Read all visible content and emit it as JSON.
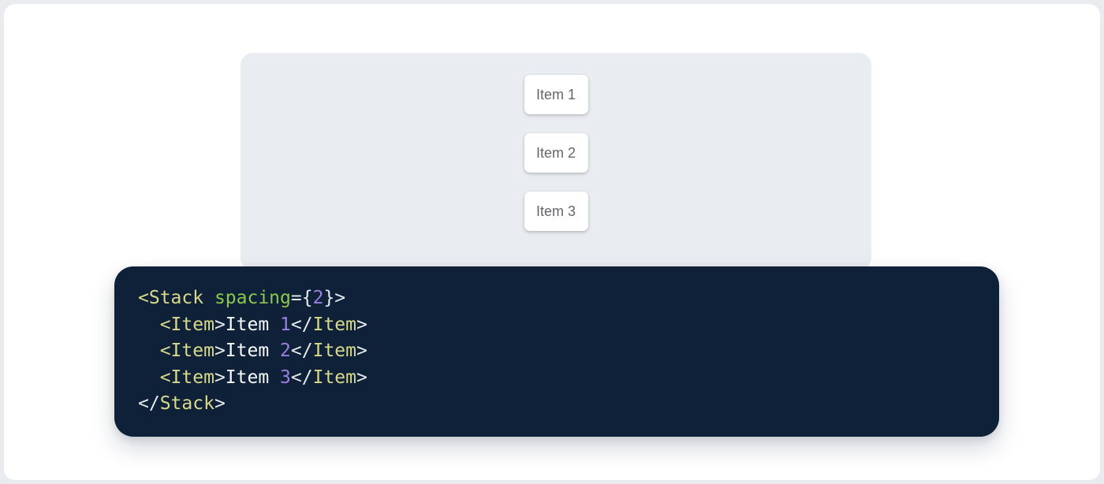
{
  "theme": {
    "page_bg": "#e9ebee",
    "frame_bg": "#ffffff",
    "panel_bg": "#e9ecf1",
    "card_bg": "#ffffff",
    "card_text": "#63666a",
    "code_bg": "#0e2138",
    "tag": "#d9d98a",
    "attr": "#8cc84b",
    "num": "#9b80e0",
    "pun": "#e6ebf0",
    "text": "#f7f9fb"
  },
  "demo": {
    "items": [
      {
        "label": "Item 1"
      },
      {
        "label": "Item 2"
      },
      {
        "label": "Item 3"
      }
    ]
  },
  "code": {
    "language": "jsx",
    "lines": [
      [
        {
          "t": "<Stack",
          "c": "tag"
        },
        {
          "t": " spacing",
          "c": "attr"
        },
        {
          "t": "={",
          "c": "pun"
        },
        {
          "t": "2",
          "c": "num"
        },
        {
          "t": "}>",
          "c": "pun"
        }
      ],
      [
        {
          "t": "  <Item",
          "c": "tag"
        },
        {
          "t": ">",
          "c": "pun"
        },
        {
          "t": "Item ",
          "c": "text"
        },
        {
          "t": "1",
          "c": "num"
        },
        {
          "t": "</",
          "c": "pun"
        },
        {
          "t": "Item",
          "c": "tag"
        },
        {
          "t": ">",
          "c": "pun"
        }
      ],
      [
        {
          "t": "  <Item",
          "c": "tag"
        },
        {
          "t": ">",
          "c": "pun"
        },
        {
          "t": "Item ",
          "c": "text"
        },
        {
          "t": "2",
          "c": "num"
        },
        {
          "t": "</",
          "c": "pun"
        },
        {
          "t": "Item",
          "c": "tag"
        },
        {
          "t": ">",
          "c": "pun"
        }
      ],
      [
        {
          "t": "  <Item",
          "c": "tag"
        },
        {
          "t": ">",
          "c": "pun"
        },
        {
          "t": "Item ",
          "c": "text"
        },
        {
          "t": "3",
          "c": "num"
        },
        {
          "t": "</",
          "c": "pun"
        },
        {
          "t": "Item",
          "c": "tag"
        },
        {
          "t": ">",
          "c": "pun"
        }
      ],
      [
        {
          "t": "</",
          "c": "pun"
        },
        {
          "t": "Stack",
          "c": "tag"
        },
        {
          "t": ">",
          "c": "pun"
        }
      ]
    ]
  }
}
